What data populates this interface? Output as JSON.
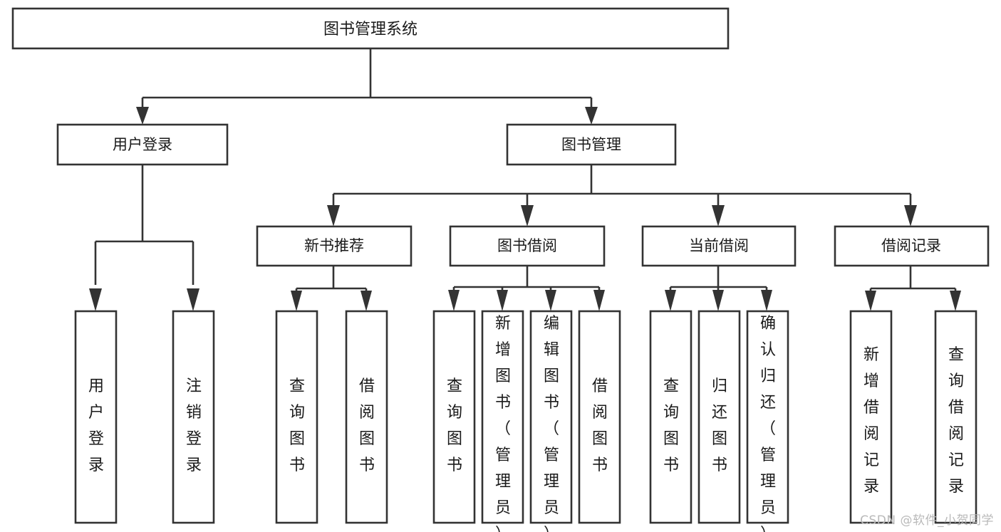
{
  "diagram": {
    "type": "tree",
    "title": "图书管理系统",
    "root": {
      "id": "root",
      "label": "图书管理系统",
      "orientation": "horizontal"
    },
    "level1": [
      {
        "id": "user-login",
        "label": "用户登录",
        "orientation": "horizontal"
      },
      {
        "id": "book-manage",
        "label": "图书管理",
        "orientation": "horizontal"
      }
    ],
    "level2": [
      {
        "id": "new-book-rec",
        "label": "新书推荐",
        "parent": "book-manage",
        "orientation": "horizontal"
      },
      {
        "id": "book-borrow",
        "label": "图书借阅",
        "parent": "book-manage",
        "orientation": "horizontal"
      },
      {
        "id": "current-borrow",
        "label": "当前借阅",
        "parent": "book-manage",
        "orientation": "horizontal"
      },
      {
        "id": "borrow-record",
        "label": "借阅记录",
        "parent": "book-manage",
        "orientation": "horizontal"
      }
    ],
    "leaves": [
      {
        "id": "leaf-user-login",
        "label": "用户登录",
        "parent": "user-login",
        "orientation": "vertical"
      },
      {
        "id": "leaf-logout",
        "label": "注销登录",
        "parent": "user-login",
        "orientation": "vertical"
      },
      {
        "id": "leaf-query-book-1",
        "label": "查询图书",
        "parent": "new-book-rec",
        "orientation": "vertical"
      },
      {
        "id": "leaf-borrow-book-1",
        "label": "借阅图书",
        "parent": "new-book-rec",
        "orientation": "vertical"
      },
      {
        "id": "leaf-query-book-2",
        "label": "查询图书",
        "parent": "book-borrow",
        "orientation": "vertical"
      },
      {
        "id": "leaf-add-book",
        "label": "新增图书（管理员）",
        "parent": "book-borrow",
        "orientation": "vertical"
      },
      {
        "id": "leaf-edit-book",
        "label": "编辑图书（管理员）",
        "parent": "book-borrow",
        "orientation": "vertical"
      },
      {
        "id": "leaf-borrow-book-2",
        "label": "借阅图书",
        "parent": "book-borrow",
        "orientation": "vertical"
      },
      {
        "id": "leaf-query-book-3",
        "label": "查询图书",
        "parent": "current-borrow",
        "orientation": "vertical"
      },
      {
        "id": "leaf-return-book",
        "label": "归还图书",
        "parent": "current-borrow",
        "orientation": "vertical"
      },
      {
        "id": "leaf-confirm-return",
        "label": "确认归还（管理员）",
        "parent": "current-borrow",
        "orientation": "vertical"
      },
      {
        "id": "leaf-add-record",
        "label": "新增借阅记录",
        "parent": "borrow-record",
        "orientation": "vertical"
      },
      {
        "id": "leaf-query-record",
        "label": "查询借阅记录",
        "parent": "borrow-record",
        "orientation": "vertical"
      }
    ],
    "colors": {
      "box_stroke": "#333333",
      "box_fill": "#ffffff",
      "text": "#1a1a1a",
      "background": "#ffffff",
      "watermark": "#b9b9b9"
    }
  },
  "watermark": {
    "text": "CSDN @软件_小贺同学"
  }
}
